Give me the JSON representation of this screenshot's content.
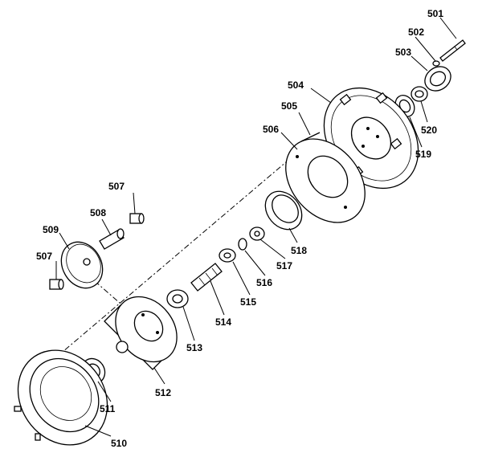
{
  "diagram": {
    "type": "exploded-parts-view",
    "parts": [
      {
        "id": "501",
        "label": "501"
      },
      {
        "id": "502",
        "label": "502"
      },
      {
        "id": "503",
        "label": "503"
      },
      {
        "id": "504",
        "label": "504"
      },
      {
        "id": "505",
        "label": "505"
      },
      {
        "id": "506",
        "label": "506"
      },
      {
        "id": "507a",
        "label": "507"
      },
      {
        "id": "507b",
        "label": "507"
      },
      {
        "id": "508",
        "label": "508"
      },
      {
        "id": "509",
        "label": "509"
      },
      {
        "id": "510",
        "label": "510"
      },
      {
        "id": "511",
        "label": "511"
      },
      {
        "id": "512",
        "label": "512"
      },
      {
        "id": "513",
        "label": "513"
      },
      {
        "id": "514",
        "label": "514"
      },
      {
        "id": "515",
        "label": "515"
      },
      {
        "id": "516",
        "label": "516"
      },
      {
        "id": "517",
        "label": "517"
      },
      {
        "id": "518",
        "label": "518"
      },
      {
        "id": "519",
        "label": "519"
      },
      {
        "id": "520",
        "label": "520"
      }
    ]
  }
}
